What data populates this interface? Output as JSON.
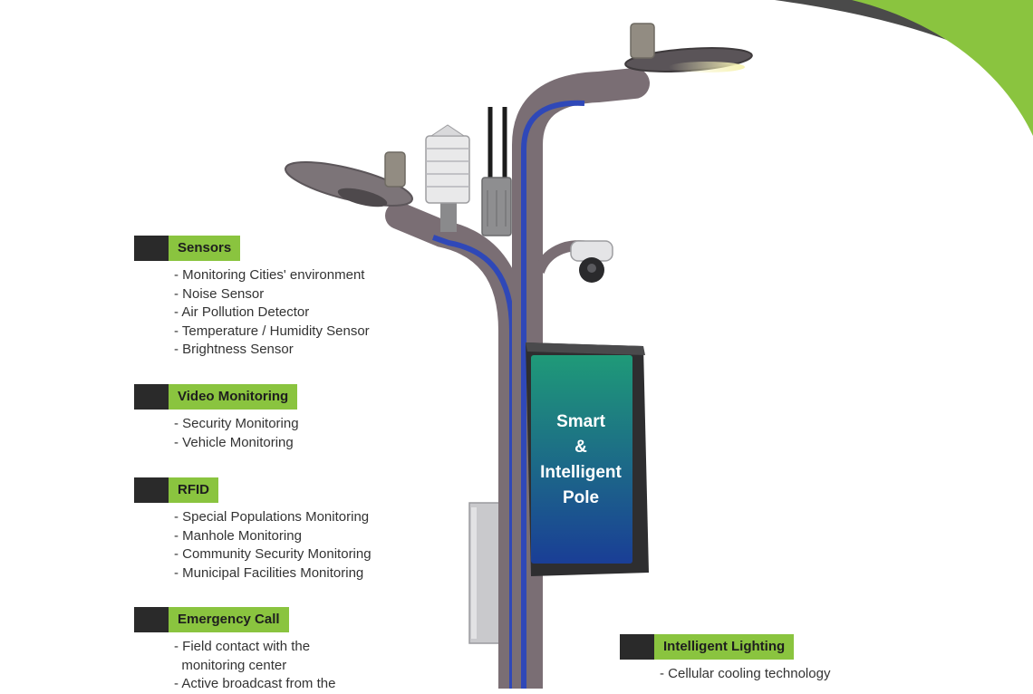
{
  "colors": {
    "accent_green": "#8ac43f",
    "header_dark": "#2a2a2a",
    "pole": "#7a6e74",
    "pole_stripe": "#2f48b8",
    "screen_top": "#1f9a78",
    "screen_bottom": "#1a3e96"
  },
  "screen": {
    "line1": "Smart",
    "line2": "&",
    "line3": "Intelligent",
    "line4": "Pole"
  },
  "sections": [
    {
      "title": "Sensors",
      "items": [
        "Monitoring Cities' environment",
        "Noise Sensor",
        "Air Pollution Detector",
        "Temperature / Humidity Sensor",
        "Brightness Sensor"
      ]
    },
    {
      "title": "Video Monitoring",
      "items": [
        "Security Monitoring",
        "Vehicle Monitoring"
      ]
    },
    {
      "title": "RFID",
      "items": [
        "Special Populations Monitoring",
        "Manhole Monitoring",
        "Community Security Monitoring",
        "Municipal Facilities Monitoring"
      ]
    },
    {
      "title": "Emergency Call",
      "items": [
        "Field contact with the",
        "monitoring center",
        "Active broadcast from the"
      ]
    },
    {
      "title": "Intelligent Lighting",
      "items": [
        "Cellular cooling technology"
      ]
    }
  ]
}
